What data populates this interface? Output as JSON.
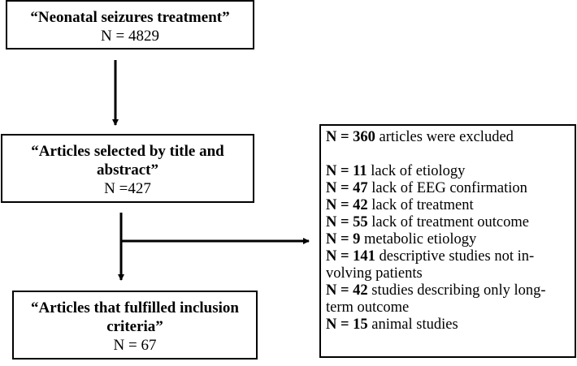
{
  "boxes": {
    "search": {
      "title": "“Neonatal seizures treatment”",
      "count": "N = 4829"
    },
    "screened": {
      "title": "“Articles selected by title and abstract”",
      "count": "N =427"
    },
    "included": {
      "title": "“Articles that fulfilled inclusion criteria”",
      "count": "N = 67"
    }
  },
  "excluded": {
    "header": {
      "bold": "N = 360",
      "text": " articles were excluded"
    },
    "lines": [
      {
        "bold": "N = 11",
        "text": " lack of etiology"
      },
      {
        "bold": "N = 47",
        "text": " lack of EEG confirmation"
      },
      {
        "bold": "N = 42",
        "text": " lack of treatment"
      },
      {
        "bold": "N = 55",
        "text": " lack of treatment outcome"
      },
      {
        "bold": "N = 9",
        "text": " metabolic etiology"
      },
      {
        "bold": "N = 141",
        "text": " descriptive studies not in-"
      },
      {
        "bold": "",
        "text": "volving patients"
      },
      {
        "bold": "N = 42",
        "text": " studies describing only long-"
      },
      {
        "bold": "",
        "text": "term outcome"
      },
      {
        "bold": "N = 15",
        "text": " animal studies"
      }
    ]
  }
}
